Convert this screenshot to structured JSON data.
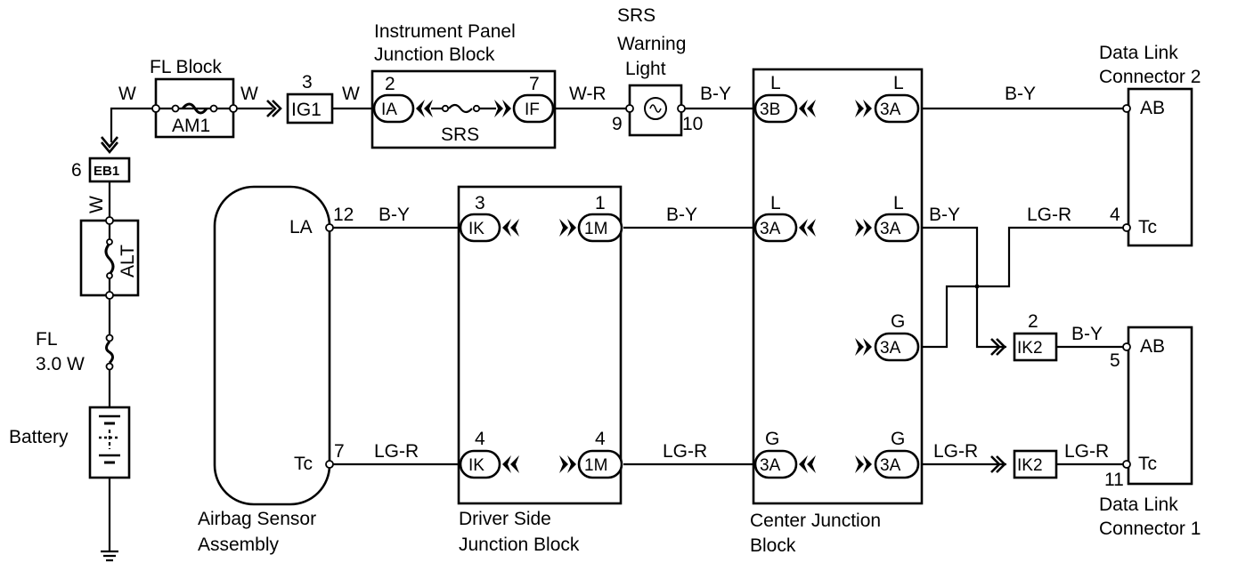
{
  "blocks": {
    "fl_block": "FL Block",
    "am1": "AM1",
    "ig1": "IG1",
    "ig1_pin": "3",
    "ipjb_line1": "Instrument Panel",
    "ipjb_line2": "Junction Block",
    "ipjb_pin_left": "2",
    "ipjb_pin_right": "7",
    "ipjb_conn_left": "IA",
    "ipjb_conn_right": "IF",
    "srs_fuse": "SRS",
    "srs_light_line1": "SRS",
    "srs_light_line2": "Warning",
    "srs_light_line3": "Light",
    "srs_pin_in": "9",
    "srs_pin_out": "10",
    "eb1": "EB1",
    "eb1_pin": "6",
    "alt": "ALT",
    "fl_line1": "FL",
    "fl_line2": "3.0 W",
    "battery": "Battery",
    "airbag_line1": "Airbag Sensor",
    "airbag_line2": "Assembly",
    "airbag_la": "LA",
    "airbag_la_pin": "12",
    "airbag_tc": "Tc",
    "airbag_tc_pin": "7",
    "dsjb_line1": "Driver Side",
    "dsjb_line2": "Junction Block",
    "dsjb_ik_top_pin": "3",
    "dsjb_1m_top_pin": "1",
    "dsjb_ik_bot_pin": "4",
    "dsjb_1m_bot_pin": "4",
    "conn_ik": "IK",
    "conn_1m": "1M",
    "cjb_line1": "Center Junction",
    "cjb_line2": "Block",
    "conn_3b": "3B",
    "conn_3a": "3A",
    "pin_l": "L",
    "pin_g": "G",
    "dlc2_line1": "Data Link",
    "dlc2_line2": "Connector 2",
    "dlc2_ab": "AB",
    "dlc2_tc": "Tc",
    "dlc2_tc_pin": "4",
    "ik2": "IK2",
    "ik2_pin": "2",
    "dlc1_ab": "AB",
    "dlc1_ab_pin": "5",
    "dlc1_tc": "Tc",
    "dlc1_tc_pin": "11",
    "dlc1_line1": "Data Link",
    "dlc1_line2": "Connector 1"
  },
  "wires": {
    "w": "W",
    "w_r": "W-R",
    "b_y": "B-Y",
    "lg_r": "LG-R"
  }
}
